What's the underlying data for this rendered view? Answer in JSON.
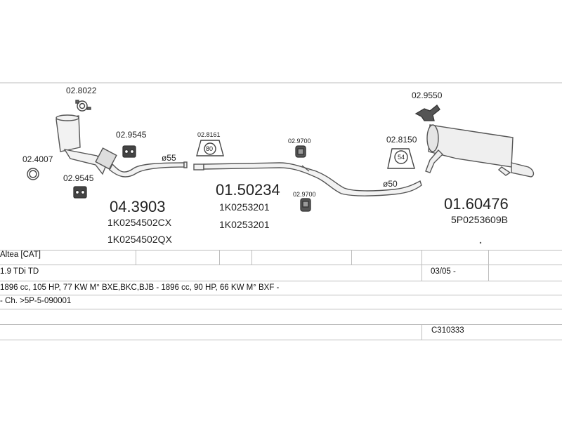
{
  "parts": {
    "catalyst": {
      "number": "04.3903",
      "oem1": "1K0254502CX",
      "oem2": "1K0254502QX"
    },
    "mid_pipe": {
      "number": "01.50234",
      "oem1": "1K0253201",
      "oem2": "1K0253201"
    },
    "rear_silencer": {
      "number": "01.60476",
      "oem1": "5P0253609B"
    }
  },
  "accessories": {
    "clamp_top": "02.8022",
    "gasket_left": "02.4007",
    "hanger_a": "02.9545",
    "hanger_b": "02.9545",
    "mount_80": "02.8161",
    "mount_80_label": "80",
    "hanger_c": "02.9700",
    "hanger_d": "02.9700",
    "mount_54": "02.8150",
    "mount_54_label": "54",
    "hanger_e": "02.9550"
  },
  "diameters": {
    "d1": "ø55",
    "d2": "ø50"
  },
  "info": {
    "model": "Altea  [CAT]",
    "engine": "1.9 TDi TD",
    "date": "03/05 -",
    "specs": "1896 cc, 105 HP, 77 KW M° BXE,BKC,BJB - 1896 cc, 90 HP, 66 KW M° BXF -",
    "chassis": "- Ch. >5P-5-090001",
    "code": "C310333"
  },
  "colors": {
    "line": "#555555",
    "fill": "#f0f0f0",
    "grid": "#bdbdbd"
  }
}
